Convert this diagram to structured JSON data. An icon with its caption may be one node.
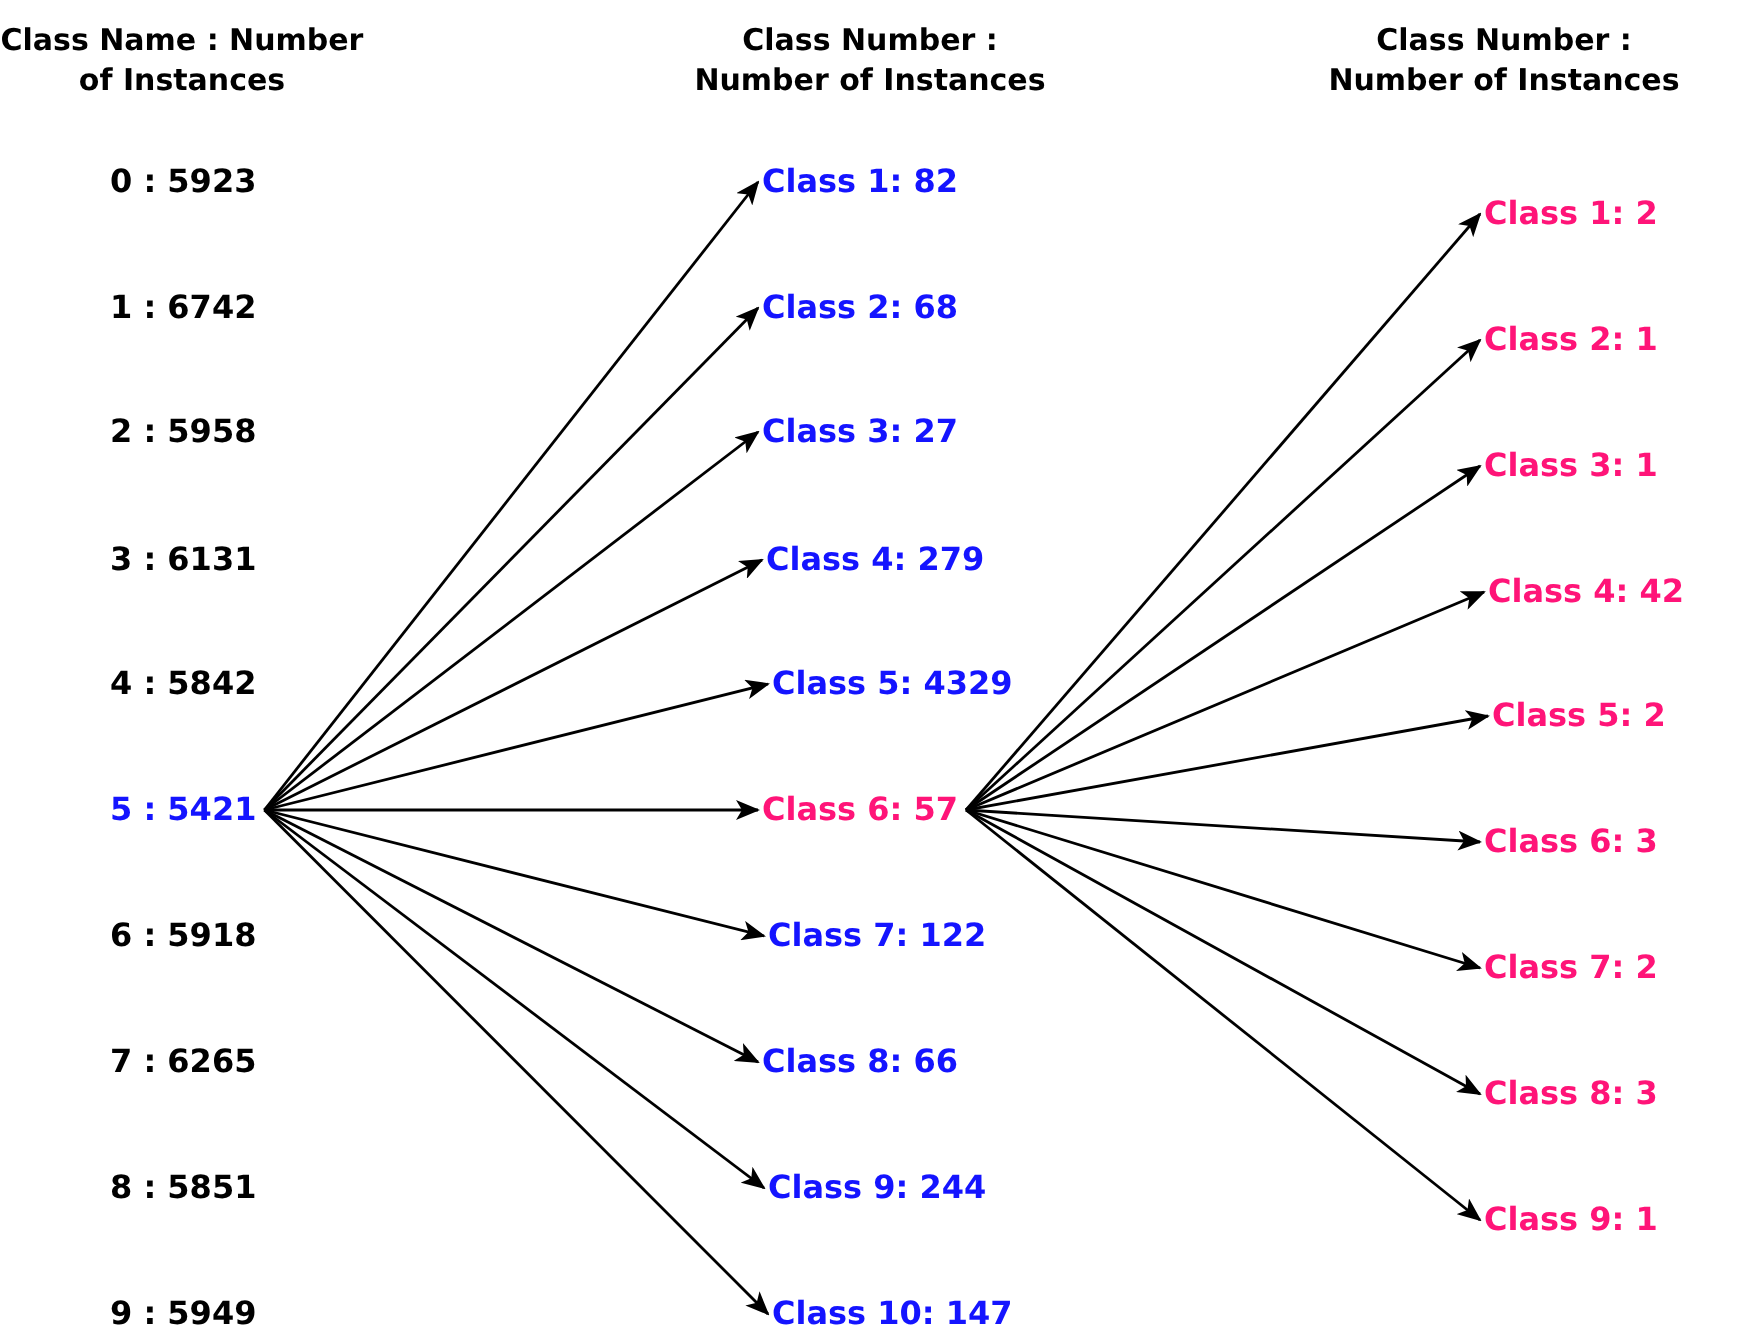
{
  "diagram": {
    "nodes": [
      {
        "text": [
          "0 : 5923"
        ]
      },
      {
        "text": [
          "1 : 6742"
        ]
      },
      {
        "text": [
          "2 : 5958"
        ]
      },
      {
        "text": [
          "3 : 6131"
        ]
      },
      {
        "text": [
          "4 : 5842"
        ]
      },
      {
        "text": [
          "5 : 5421"
        ]
      },
      {
        "text": [
          "6 : 5918"
        ]
      },
      {
        "text": [
          "7 : 6265"
        ]
      },
      {
        "text": [
          "8 : 5851"
        ]
      },
      {
        "text": [
          "9 : 5949"
        ]
      },
      {
        "text": [
          "Class 1: 82"
        ]
      },
      {
        "text": [
          "Class 2: 68"
        ]
      },
      {
        "text": [
          "Class 3: 27"
        ]
      },
      {
        "text": [
          "Class 4: 279"
        ]
      },
      {
        "text": [
          "Class 5: 4329"
        ]
      },
      {
        "text": [
          "Class 6: 57"
        ]
      },
      {
        "text": [
          "Class 7: 122"
        ]
      },
      {
        "text": [
          "Class 8: 66"
        ]
      },
      {
        "text": [
          "Class 9: 244"
        ]
      },
      {
        "text": [
          "Class 10: 147"
        ]
      },
      {
        "text": [
          "Class 1: 2"
        ]
      },
      {
        "text": [
          "Class 2: 1"
        ]
      },
      {
        "text": [
          "Class 3: 1"
        ]
      },
      {
        "text": [
          "Class 4: 42"
        ]
      },
      {
        "text": [
          "Class 5: 2"
        ]
      },
      {
        "text": [
          "Class 6: 3"
        ]
      },
      {
        "text": [
          "Class 7: 2"
        ]
      },
      {
        "text": [
          "Class 8: 3"
        ]
      },
      {
        "text": [
          "Class 9: 1"
        ]
      }
    ],
    "edges": [
      {
        "from": 5,
        "to": 10,
        "arrow": "to"
      },
      {
        "from": 5,
        "to": 11,
        "arrow": "to"
      },
      {
        "from": 5,
        "to": 12,
        "arrow": "to"
      },
      {
        "from": 5,
        "to": 13,
        "arrow": "to"
      },
      {
        "from": 5,
        "to": 14,
        "arrow": "to"
      },
      {
        "from": 5,
        "to": 15,
        "arrow": "to"
      },
      {
        "from": 5,
        "to": 16,
        "arrow": "to"
      },
      {
        "from": 5,
        "to": 17,
        "arrow": "to"
      },
      {
        "from": 5,
        "to": 18,
        "arrow": "to"
      },
      {
        "from": 5,
        "to": 19,
        "arrow": "to"
      },
      {
        "from": 15,
        "to": 20,
        "arrow": "to"
      },
      {
        "from": 15,
        "to": 21,
        "arrow": "to"
      },
      {
        "from": 15,
        "to": 22,
        "arrow": "to"
      },
      {
        "from": 15,
        "to": 23,
        "arrow": "to"
      },
      {
        "from": 15,
        "to": 24,
        "arrow": "to"
      },
      {
        "from": 15,
        "to": 25,
        "arrow": "to"
      },
      {
        "from": 15,
        "to": 26,
        "arrow": "to"
      },
      {
        "from": 15,
        "to": 27,
        "arrow": "to"
      },
      {
        "from": 15,
        "to": 28,
        "arrow": "to"
      }
    ],
    "labels": [
      "Class Name : Number of Instances",
      "Class Number : Number of Instances",
      "Class Number : Number of Instances"
    ]
  }
}
